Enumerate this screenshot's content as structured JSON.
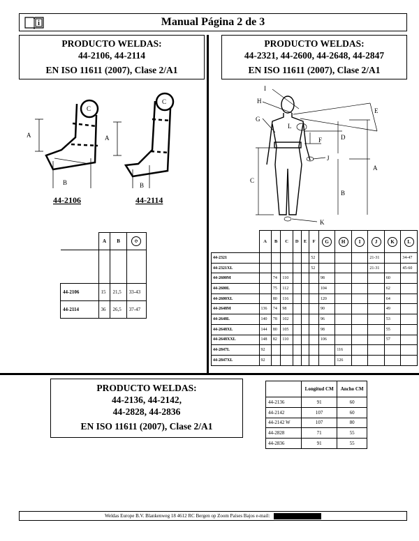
{
  "header": {
    "title": "Manual Página 2 de 3",
    "icon": "book-info-icon"
  },
  "left_product": {
    "line1": "PRODUCTO WELDAS:",
    "line2": "44-2106, 44-2114",
    "line3": "EN ISO 11611 (2007), Clase 2/A1"
  },
  "right_product": {
    "line1": "PRODUCTO WELDAS:",
    "line2": "44-2321, 44-2600, 44-2648, 44-2847",
    "line3": "EN ISO 11611 (2007), Clase 2/A1"
  },
  "bottom_product": {
    "line1": "PRODUCTO WELDAS:",
    "line2": "44-2136, 44-2142,",
    "line3": "44-2828, 44-2836",
    "line4": "EN ISO 11611 (2007), Clase 2/A1"
  },
  "sleeve_labels": {
    "a": "A",
    "b": "B",
    "c": "C",
    "item1": "44-2106",
    "item2": "44-2114"
  },
  "figure_labels": {
    "i": "I",
    "h": "H",
    "g": "G",
    "l": "L",
    "e": "E",
    "f": "F",
    "d": "D",
    "j": "J",
    "a": "A",
    "c": "C",
    "b": "B",
    "k": "K"
  },
  "table1": {
    "headers": [
      "",
      "A",
      "B",
      "⟳"
    ],
    "rows": [
      [
        "44-2106",
        "15",
        "21,5",
        "33-43"
      ],
      [
        "44-2114",
        "36",
        "26,5",
        "37-47"
      ]
    ]
  },
  "table2": {
    "headers": [
      "",
      "A",
      "B",
      "C",
      "D",
      "E",
      "F",
      "G",
      "H",
      "I",
      "J",
      "K",
      "L"
    ],
    "rows": [
      [
        "44-2321",
        "",
        "",
        "",
        "",
        "",
        "52",
        "",
        "",
        "",
        "21-31",
        "",
        "34-47"
      ],
      [
        "44-2321XL",
        "",
        "",
        "",
        "",
        "",
        "52",
        "",
        "",
        "",
        "21-31",
        "",
        "45-60"
      ],
      [
        "44-2600M",
        "",
        "74",
        "110",
        "",
        "",
        "",
        "98",
        "",
        "",
        "",
        "60",
        ""
      ],
      [
        "44-2600L",
        "",
        "75",
        "112",
        "",
        "",
        "",
        "104",
        "",
        "",
        "",
        "62",
        ""
      ],
      [
        "44-2600XL",
        "",
        "80",
        "116",
        "",
        "",
        "",
        "120",
        "",
        "",
        "",
        "64",
        ""
      ],
      [
        "44-2648M",
        "136",
        "74",
        "98",
        "",
        "",
        "",
        "90",
        "",
        "",
        "",
        "49",
        ""
      ],
      [
        "44-2648L",
        "140",
        "78",
        "102",
        "",
        "",
        "",
        "96",
        "",
        "",
        "",
        "53",
        ""
      ],
      [
        "44-2648XL",
        "144",
        "80",
        "105",
        "",
        "",
        "",
        "98",
        "",
        "",
        "",
        "55",
        ""
      ],
      [
        "44-2648XXL",
        "148",
        "82",
        "110",
        "",
        "",
        "",
        "106",
        "",
        "",
        "",
        "57",
        ""
      ],
      [
        "44-2847L",
        "92",
        "",
        "",
        "",
        "",
        "",
        "",
        "116",
        "",
        "",
        "",
        ""
      ],
      [
        "44-2847XL",
        "92",
        "",
        "",
        "",
        "",
        "",
        "",
        "126",
        "",
        "",
        "",
        ""
      ]
    ]
  },
  "table3": {
    "headers": [
      "",
      "Longitud CM",
      "Ancho CM"
    ],
    "rows": [
      [
        "44-2136",
        "91",
        "60"
      ],
      [
        "44-2142",
        "107",
        "60"
      ],
      [
        "44-2142 W",
        "107",
        "80"
      ],
      [
        "44-2828",
        "71",
        "55"
      ],
      [
        "44-2836",
        "91",
        "55"
      ]
    ]
  },
  "footer": {
    "text": "Weldas Europe B.V.    Blankenweg 18    4612 RC Bergen op Zoom    Países Bajos           e-mail:"
  }
}
